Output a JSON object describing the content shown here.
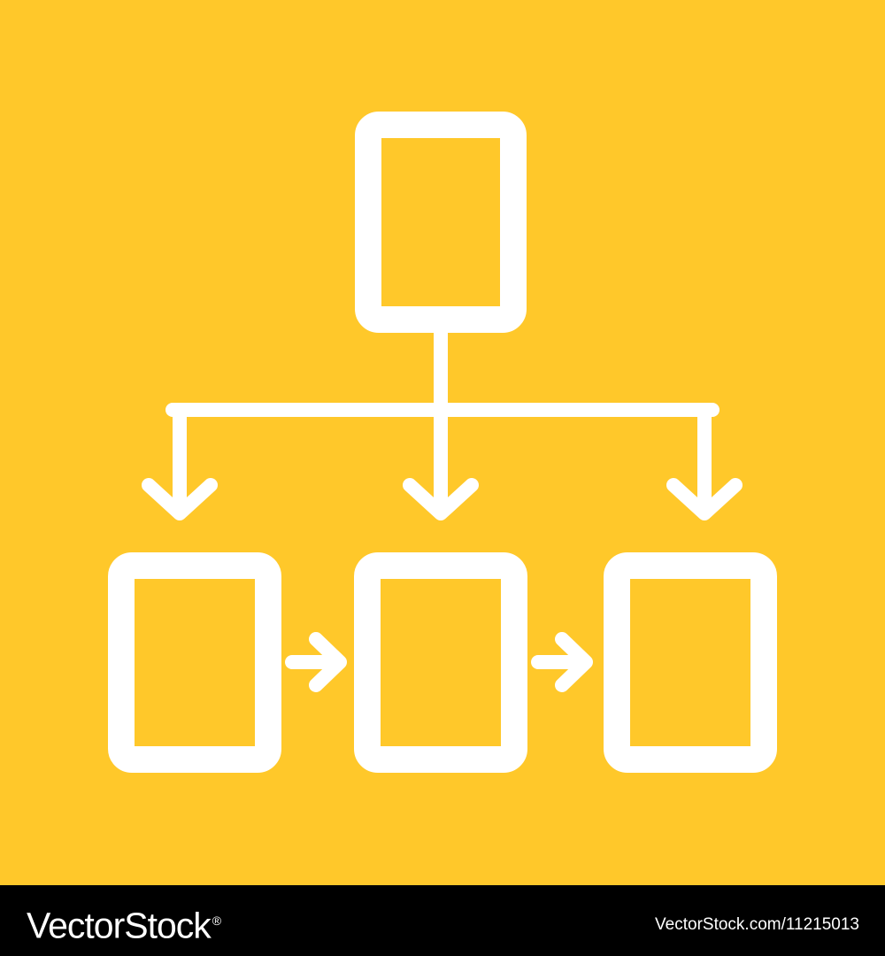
{
  "colors": {
    "background": "#FFC82A",
    "icon": "#FFFFFF",
    "footer": "#000000",
    "footer_text": "#FFFFFF"
  },
  "icon": {
    "name": "hierarchy-flowchart-icon",
    "nodes": [
      "top-node",
      "bottom-node-left",
      "bottom-node-center",
      "bottom-node-right"
    ]
  },
  "footer": {
    "logo_text": "VectorStock",
    "logo_mark": "®",
    "image_id": "VectorStock.com/11215013"
  }
}
